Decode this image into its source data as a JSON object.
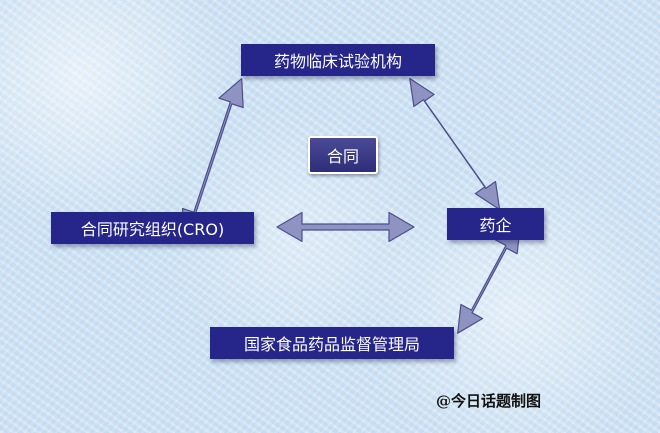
{
  "nodes": {
    "trial_institution": "药物临床试验机构",
    "cro": "合同研究组织(CRO)",
    "pharma": "药企",
    "nmpa": "国家食品药品监督管理局"
  },
  "contract_label": "合同",
  "watermark": "@今日话题制图",
  "colors": {
    "node_fill": "#25258a",
    "arrow_fill": "#8f93c2",
    "arrow_stroke": "#4b4f8c",
    "background": "#cfe3f4"
  }
}
